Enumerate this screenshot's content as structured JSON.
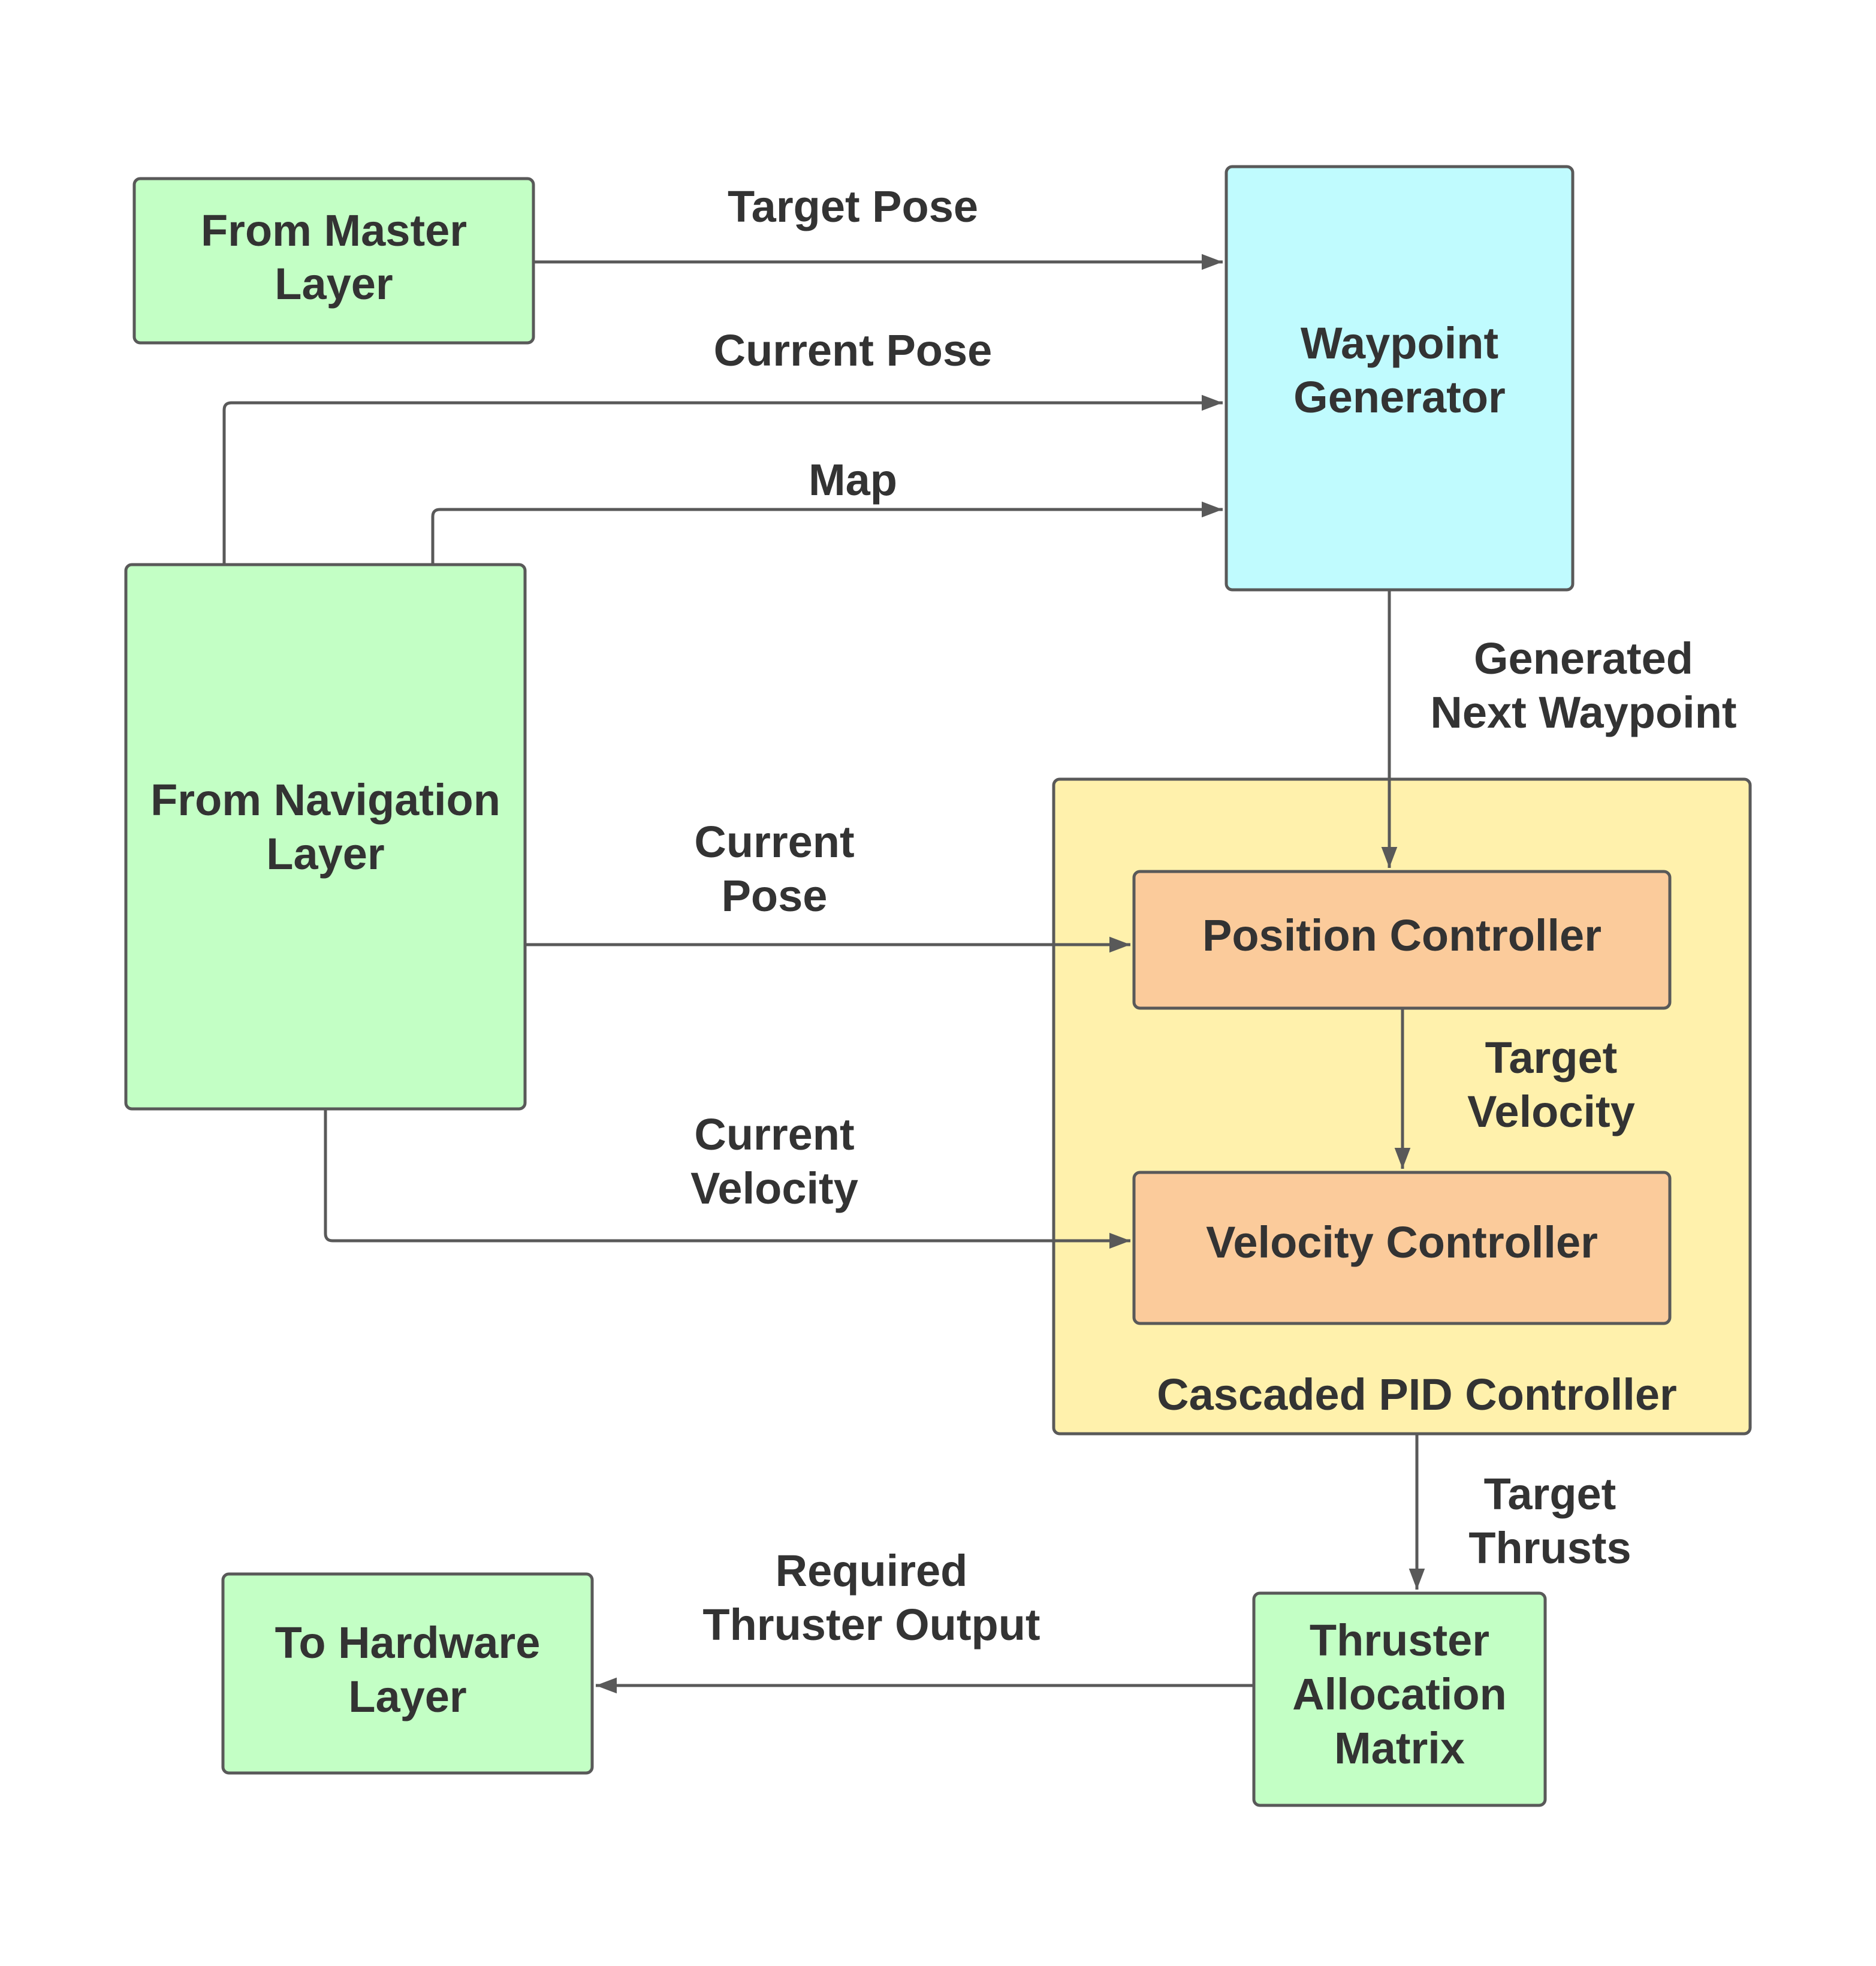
{
  "colors": {
    "green": "#c3ffc5",
    "cyan": "#c0fbfe",
    "yellow": "#fff1ac",
    "orange": "#fbcb9b",
    "stroke": "#595959",
    "text": "#333333"
  },
  "nodes": {
    "master": {
      "line1": "From Master",
      "line2": "Layer"
    },
    "waypoint": {
      "line1": "Waypoint",
      "line2": "Generator"
    },
    "navigation": {
      "line1": "From Navigation",
      "line2": "Layer"
    },
    "cascaded": {
      "label": "Cascaded PID Controller"
    },
    "position": {
      "label": "Position Controller"
    },
    "velocity": {
      "label": "Velocity Controller"
    },
    "hardware": {
      "line1": "To Hardware",
      "line2": "Layer"
    },
    "thruster": {
      "line1": "Thruster",
      "line2": "Allocation",
      "line3": "Matrix"
    }
  },
  "edges": {
    "target_pose": {
      "label": "Target Pose"
    },
    "current_pose_top": {
      "label": "Current Pose"
    },
    "map": {
      "label": "Map"
    },
    "next_waypoint": {
      "line1": "Generated",
      "line2": "Next Waypoint"
    },
    "current_pose_mid": {
      "line1": "Current",
      "line2": "Pose"
    },
    "current_velocity": {
      "line1": "Current",
      "line2": "Velocity"
    },
    "target_velocity": {
      "line1": "Target",
      "line2": "Velocity"
    },
    "target_thrusts": {
      "line1": "Target",
      "line2": "Thrusts"
    },
    "thruster_output": {
      "line1": "Required",
      "line2": "Thruster Output"
    }
  }
}
